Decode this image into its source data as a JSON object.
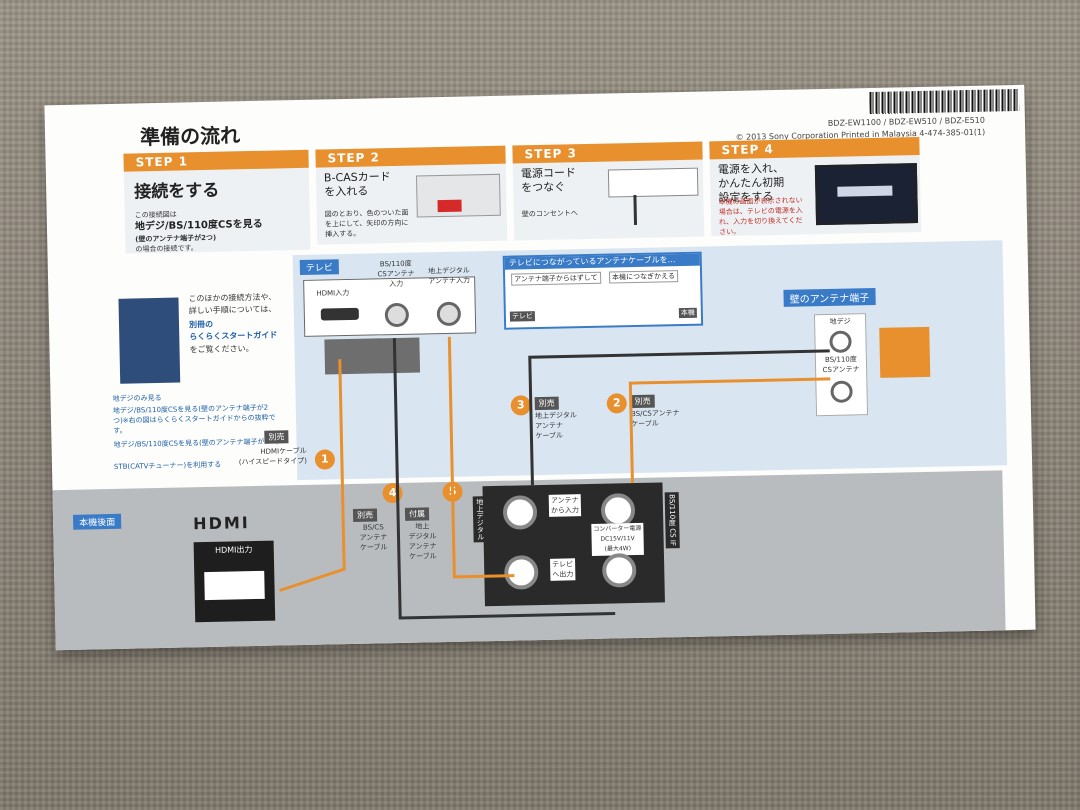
{
  "header": {
    "title": "準備の流れ",
    "models": "BDZ-EW1100 / BDZ-EW510 / BDZ-E510",
    "copyright": "© 2013 Sony Corporation   Printed in Malaysia    4-474-385-01(1)"
  },
  "steps": [
    {
      "head": "STEP 1",
      "title": "接続をする",
      "lines": [
        "この接続図は",
        "地デジ/BS/110度CSを見る",
        "(壁のアンテナ端子が2つ)",
        "の場合の接続です。"
      ]
    },
    {
      "head": "STEP 2",
      "title": "B-CASカード\nを入れる",
      "note": "図のとおり、色のついた面を上にして、矢印の方向に挿入する。"
    },
    {
      "head": "STEP 3",
      "title": "電源コード\nをつなぐ",
      "note": "壁のコンセントへ"
    },
    {
      "head": "STEP 4",
      "title": "電源を入れ、\nかんたん初期\n設定をする",
      "note": "本機の画面が表示されない場合は、テレビの電源を入れ、入力を切り換えてください。"
    }
  ],
  "guide": {
    "text1": "このほかの接続方法や、",
    "text2": "詳しい手順については、",
    "link1": "別冊の",
    "link2": "らくらくスタートガイド",
    "text3": "をご覧ください。",
    "bullets": [
      "地デジのみ見る",
      "地デジ/BS/110度CSを見る(壁のアンテナ端子が2つ)※右の図はらくらくスタートガイドからの抜粋です。",
      "地デジ/BS/110度CSを見る(壁のアンテナ端子が1つ)",
      "STB(CATVチューナー)を利用する"
    ]
  },
  "tv": {
    "label": "テレビ",
    "hdmi_in": "HDMI入力",
    "bs_in": "BS/110度\nCSアンテナ\n入力",
    "terr_in": "地上デジタル\nアンテナ入力"
  },
  "callout": {
    "title": "テレビにつながっているアンテナケーブルを…",
    "left": "アンテナ端子からはずして",
    "right": "本機につなぎかえる",
    "tv": "テレビ",
    "unit": "本機"
  },
  "wall": {
    "label": "壁のアンテナ端子",
    "terr": "地デジ",
    "bs": "BS/110度\nCSアンテナ"
  },
  "cables": [
    {
      "num": "1",
      "tag": "別売",
      "name": "HDMIケーブル\n(ハイスピードタイプ)"
    },
    {
      "num": "2",
      "tag": "別売",
      "name": "BS/CSアンテナ\nケーブル"
    },
    {
      "num": "3",
      "tag": "別売",
      "name": "地上デジタル\nアンテナ\nケーブル"
    },
    {
      "num": "4",
      "tag": "別売",
      "name": "BS/CS\nアンテナ\nケーブル"
    },
    {
      "num": "5",
      "tag": "付属",
      "name": "地上\nデジタル\nアンテナ\nケーブル"
    }
  ],
  "rear": {
    "label": "本機後面",
    "hdmi_logo": "HDMI",
    "hdmi_out": "HDMI出力",
    "terr_side": "地上デジタル",
    "bs_side": "BS/110度 CS IF",
    "ant_in": "アンテナ\nから入力",
    "tv_out": "テレビ\nへ出力",
    "power": "コンバーター電源\nDC15V/11V\n(最大4W)"
  }
}
